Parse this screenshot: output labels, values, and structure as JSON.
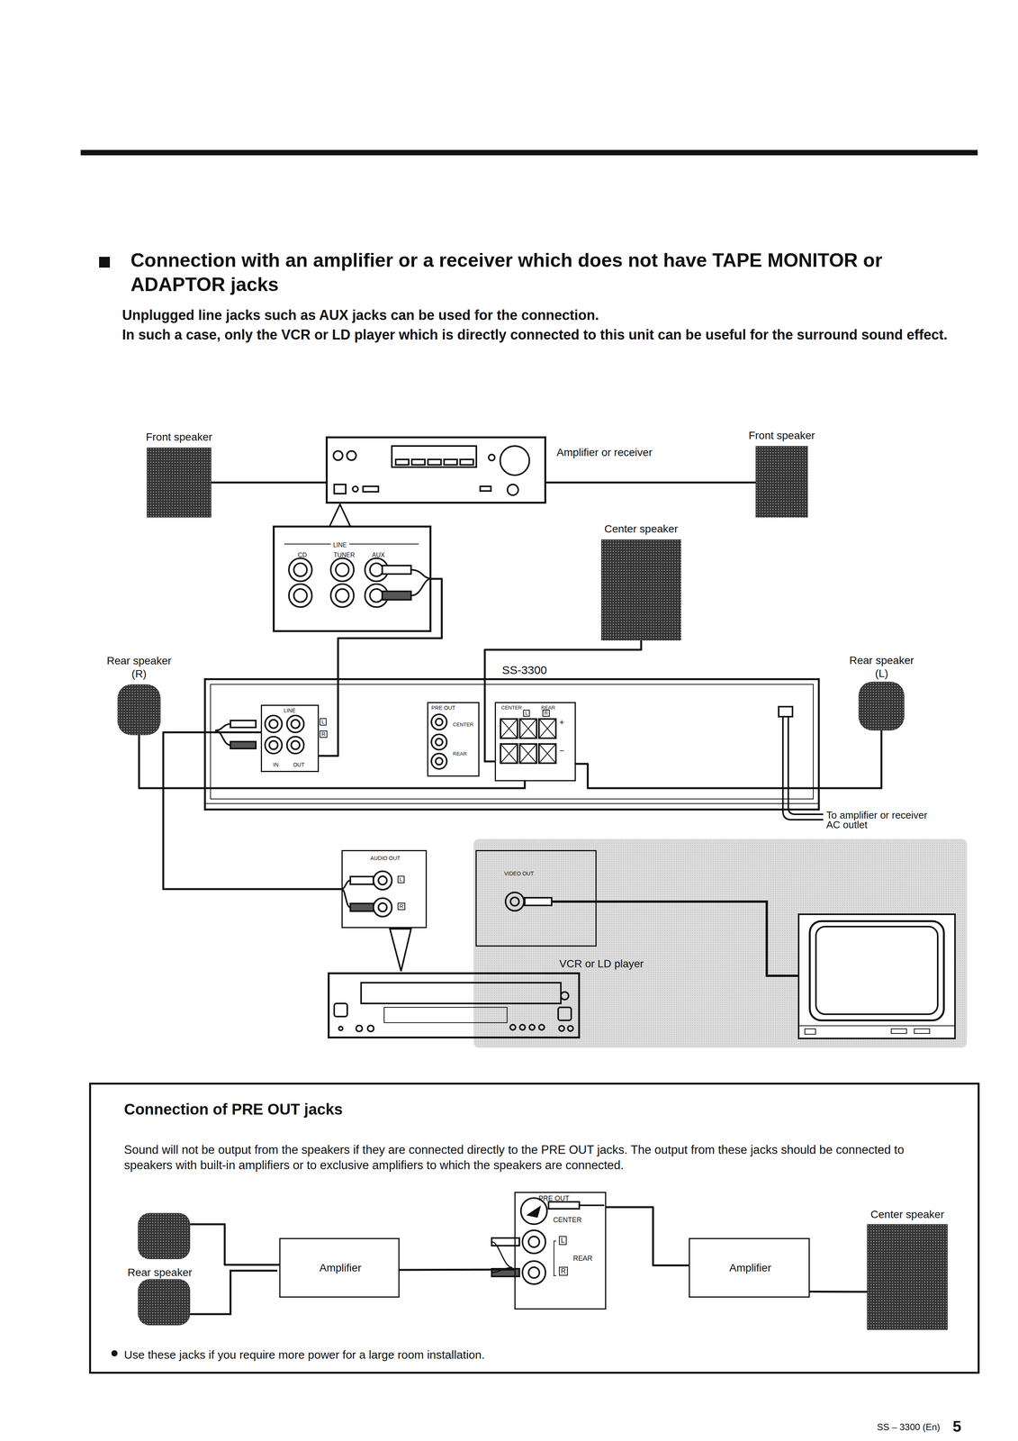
{
  "diagram": {
    "title": "Connection with an amplifier or a receiver which does not have TAPE MONITOR or ADAPTOR jacks",
    "nodes": [
      {
        "text": [
          "Front speaker"
        ]
      },
      {
        "text": [
          "Amplifier or receiver"
        ]
      },
      {
        "text": [
          "Front speaker"
        ]
      },
      {
        "text": [
          "LINE",
          "CD",
          "TUNER",
          "AUX"
        ]
      },
      {
        "text": [
          "Center speaker"
        ]
      },
      {
        "text": [
          "Rear speaker (R)"
        ]
      },
      {
        "text": [
          "SS-3300"
        ]
      },
      {
        "text": [
          "LINE",
          "IN",
          "OUT"
        ],
        "in": 6
      },
      {
        "text": [
          "PRE OUT",
          "CENTER",
          "REAR"
        ],
        "in": 6
      },
      {
        "text": [
          "CENTER",
          "REAR"
        ],
        "in": 6
      },
      {
        "text": [
          "Rear speaker (L)"
        ]
      },
      {
        "text": [
          "AUDIO OUT"
        ]
      },
      {
        "text": [
          "VIDEO OUT"
        ]
      },
      {
        "text": [
          "VCR or LD player"
        ]
      },
      {
        "text": [
          "Connection of PRE OUT jacks",
          "Sound will not be output from the speakers if they are connected directly to the PRE OUT jacks. The output from these jacks should be connected to speakers with built-in amplifiers or to exclusive amplifiers to which the speakers are connected.",
          "Use these jacks if you require more power for a large room installation."
        ]
      },
      {
        "text": [
          "Rear speaker"
        ],
        "in": 14
      },
      {
        "text": [
          "Amplifier"
        ],
        "in": 14
      },
      {
        "text": [
          "PRE OUT",
          "CENTER",
          "REAR"
        ],
        "in": 14
      },
      {
        "text": [
          "Amplifier"
        ],
        "in": 14
      },
      {
        "text": [
          "Center speaker"
        ],
        "in": 14
      }
    ],
    "edges": [
      {
        "from": 0,
        "to": 1,
        "arrow": "none"
      },
      {
        "from": 1,
        "to": 2,
        "arrow": "none"
      },
      {
        "from": 3,
        "to": 7,
        "arrow": "none"
      },
      {
        "from": 4,
        "to": 9,
        "arrow": "none"
      },
      {
        "from": 5,
        "to": 9,
        "arrow": "none"
      },
      {
        "from": 10,
        "to": 9,
        "arrow": "none"
      },
      {
        "from": 11,
        "to": 7,
        "arrow": "none"
      },
      {
        "from": 15,
        "to": 16,
        "arrow": "none"
      },
      {
        "from": 16,
        "to": 17,
        "arrow": "none"
      },
      {
        "from": 17,
        "to": 18,
        "arrow": "none"
      },
      {
        "from": 18,
        "to": 19,
        "arrow": "none"
      }
    ],
    "labels": [
      "Unplugged line jacks such as AUX jacks can be used for the connection.",
      "In such a case, only the VCR or LD player which is directly connected to this unit can be useful for the surround sound effect.",
      "L",
      "R",
      "L",
      "R",
      "+",
      "−",
      "To amplifier or receiver AC outlet",
      "L",
      "R",
      "L",
      "R",
      "SS – 3300 (En)",
      "5"
    ]
  }
}
